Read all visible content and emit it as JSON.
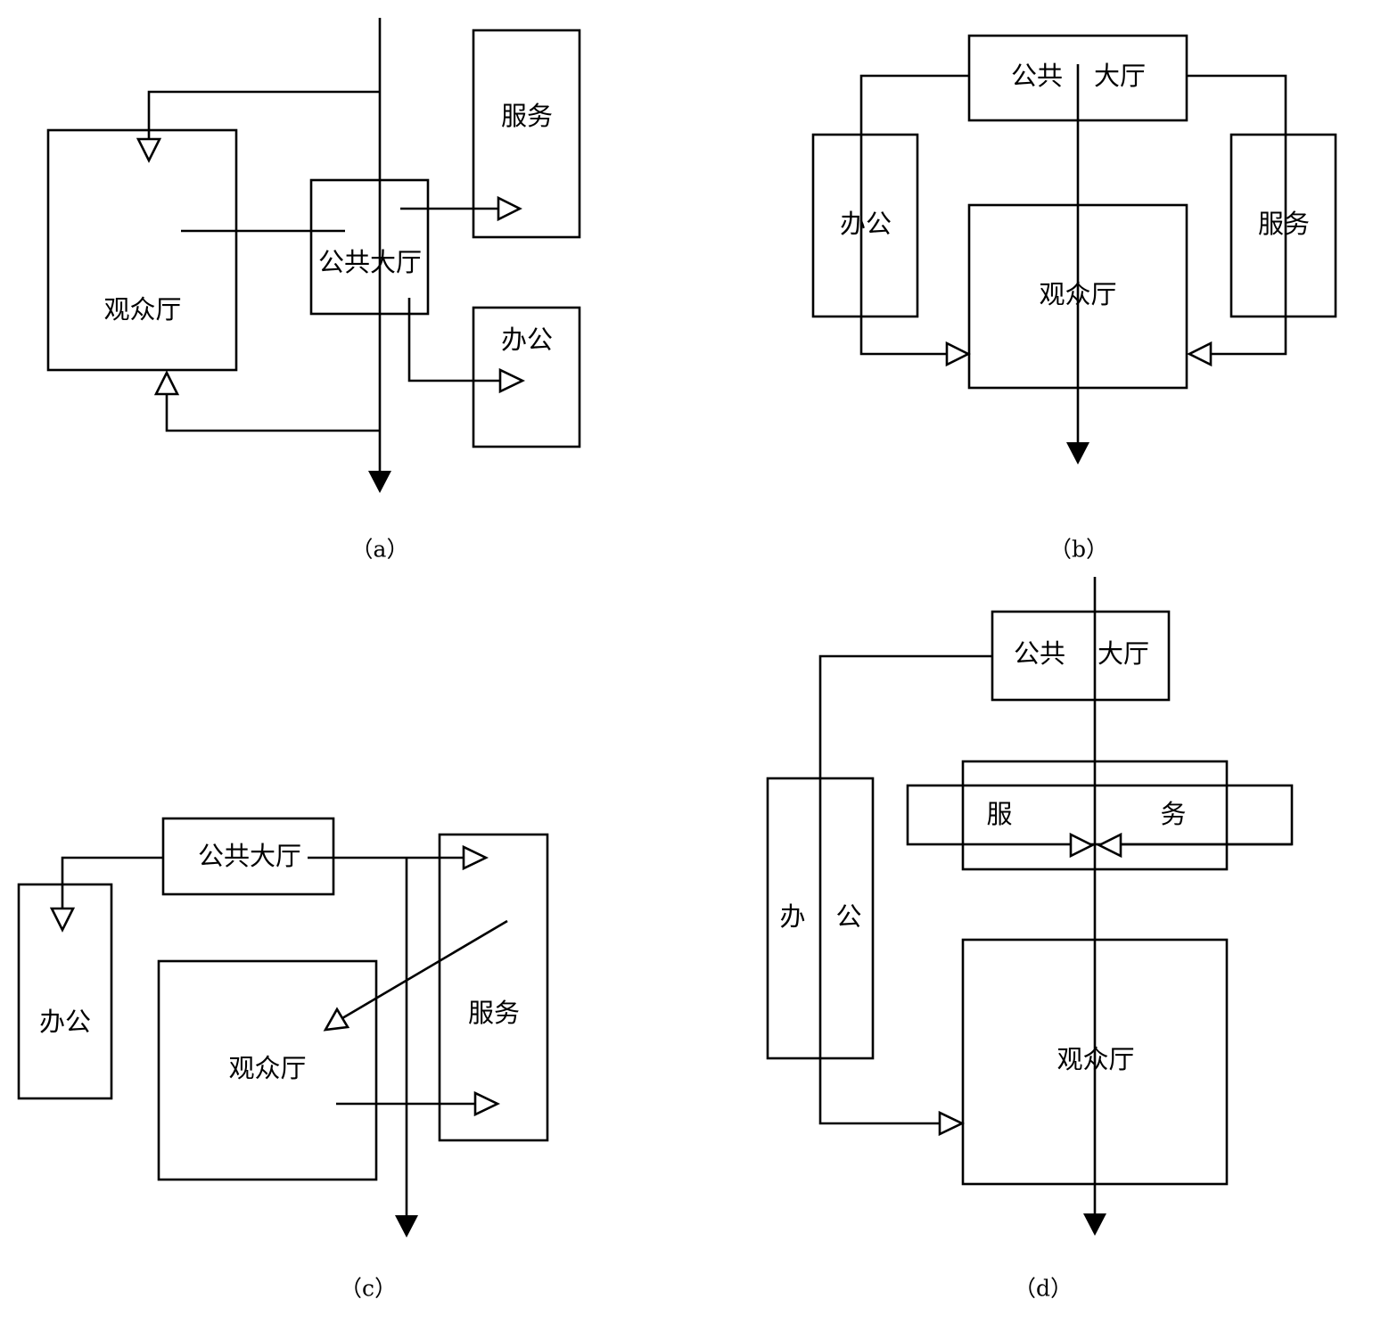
{
  "panels": {
    "a": {
      "caption": "（a）",
      "auditorium": "观众厅",
      "public_hall": "公共大厅",
      "service": "服务",
      "office": "办公"
    },
    "b": {
      "caption": "（b）",
      "public_hall_left": "公共",
      "public_hall_right": "大厅",
      "office": "办公",
      "service": "服务",
      "auditorium": "观众厅"
    },
    "c": {
      "caption": "（c）",
      "public_hall": "公共大厅",
      "office": "办公",
      "auditorium": "观众厅",
      "service": "服务"
    },
    "d": {
      "caption": "（d）",
      "public_hall_left": "公共",
      "public_hall_right": "大厅",
      "service_left": "服",
      "service_right": "务",
      "office_left": "办",
      "office_right": "公",
      "auditorium": "观众厅"
    }
  }
}
